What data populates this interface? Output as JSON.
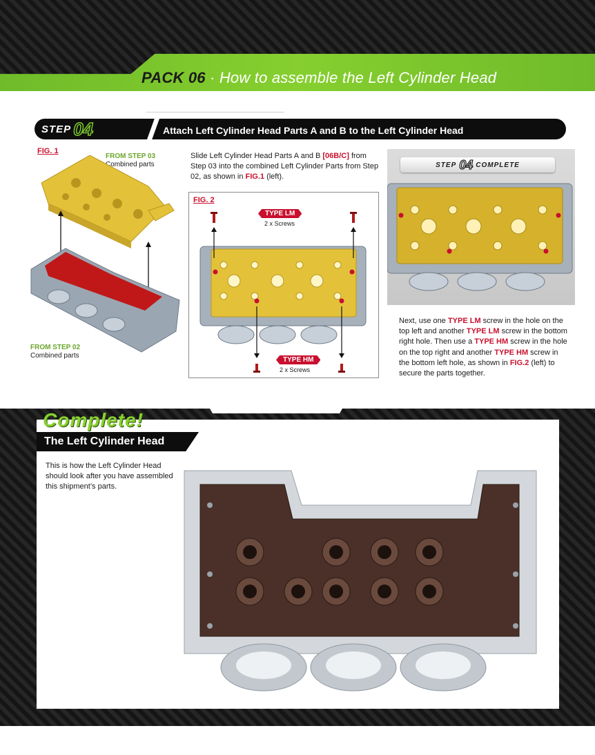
{
  "header": {
    "pack": "PACK 06",
    "separator": " · ",
    "title": "How to assemble the Left Cylinder Head"
  },
  "step": {
    "word": "STEP",
    "number": "04",
    "title": "Attach Left Cylinder Head Parts A and B to the Left Cylinder Head"
  },
  "fig1": {
    "label": "FIG. 1",
    "from_step_03": "FROM STEP 03",
    "from_step_03_sub": "Combined parts",
    "from_step_02": "FROM STEP 02",
    "from_step_02_sub": "Combined parts"
  },
  "intro": {
    "part1": "Slide Left Cylinder Head Parts A and B ",
    "code": "[06B/C]",
    "part2": " from Step 03 into the combined Left Cylinder Parts from Step 02, as shown in ",
    "fig": "FIG.1",
    "part3": " (left)."
  },
  "fig2": {
    "label": "FIG. 2",
    "type_lm": "TYPE LM",
    "type_lm_qty": "2 x Screws",
    "type_hm": "TYPE HM",
    "type_hm_qty": "2 x Screws"
  },
  "complete_banner": {
    "step": "STEP",
    "number": "04",
    "complete": "COMPLETE"
  },
  "next_text": {
    "t1": "Next, use one ",
    "lm1": "TYPE LM",
    "t2": " screw in the hole on the top left and another ",
    "lm2": "TYPE LM",
    "t3": " screw in the bottom right hole. Then use a ",
    "hm1": "TYPE HM",
    "t4": " screw in the hole on the top right and another ",
    "hm2": "TYPE HM",
    "t5": " screw in the bottom left hole, as shown in ",
    "fig": "FIG.2",
    "t6": " (left) to secure the parts together."
  },
  "complete_section": {
    "heading": "Complete!",
    "subtitle": "The Left Cylinder Head",
    "description": "This is how the Left Cylinder Head should look after you have assembled this shipment’s parts."
  },
  "colors": {
    "accent_green": "#7cc92c",
    "accent_red": "#c8102e",
    "part_yellow": "#e3c23a",
    "part_grey": "#9aa6b2",
    "part_brown": "#4a3028"
  }
}
